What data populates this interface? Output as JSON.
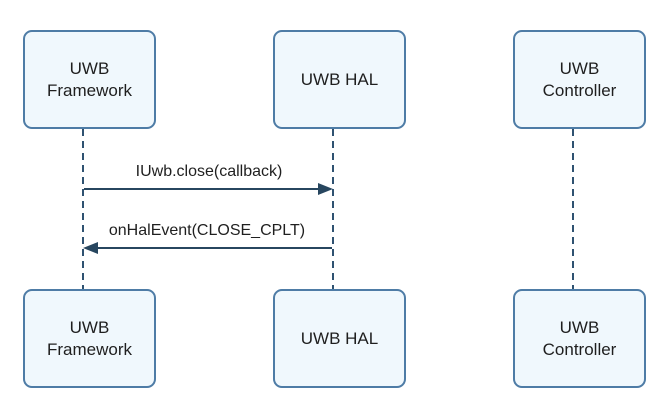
{
  "diagram": {
    "type": "sequence-diagram",
    "actors": [
      {
        "id": "framework",
        "label": "UWB Framework"
      },
      {
        "id": "hal",
        "label": "UWB HAL"
      },
      {
        "id": "controller",
        "label": "UWB Controller"
      }
    ],
    "messages": [
      {
        "label": "IUwb.close(callback)",
        "from": "framework",
        "to": "hal",
        "direction": "right",
        "style": "solid-filled-arrow"
      },
      {
        "label": "onHalEvent(CLOSE_CPLT)",
        "from": "hal",
        "to": "framework",
        "direction": "left",
        "style": "solid-filled-arrow"
      }
    ],
    "colors": {
      "background": "#ffffff",
      "box_fill": "#f0f8fd",
      "box_stroke": "#4e7ca6",
      "line": "#2f5271",
      "arrow": "#27465f",
      "text": "#1f1f1f"
    }
  }
}
